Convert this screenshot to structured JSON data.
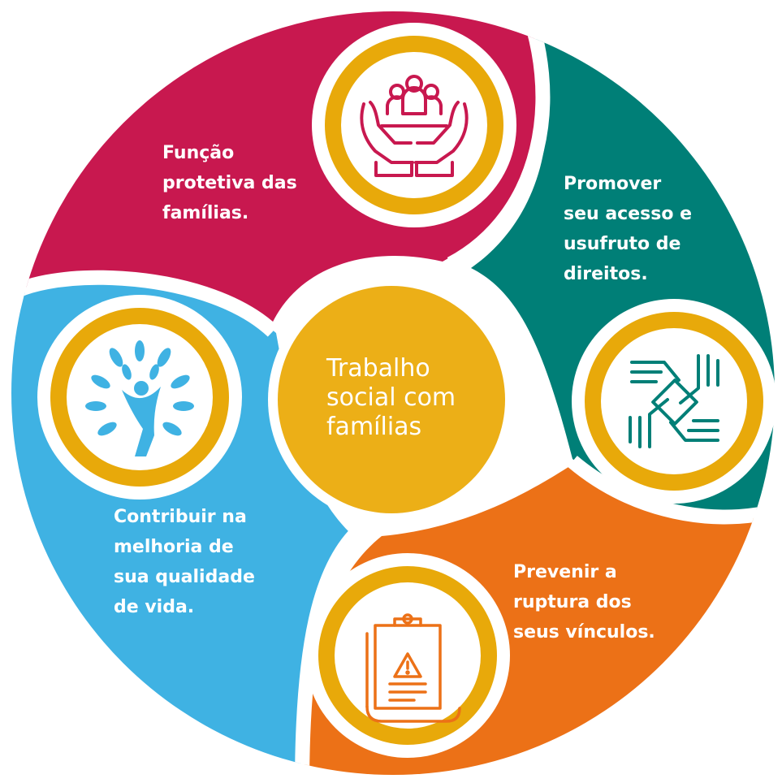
{
  "diagram": {
    "center": {
      "lines": [
        "Trabalho",
        "social com",
        "famílias"
      ]
    },
    "segments": [
      {
        "id": "protective",
        "lines": [
          "Função",
          "protetiva das",
          "famílias."
        ],
        "color": "#c8184f",
        "icon": "hands-holding-family-icon"
      },
      {
        "id": "rights",
        "lines": [
          "Promover",
          "seu acesso e",
          "usufruto de",
          "direitos."
        ],
        "color": "#007f77",
        "icon": "hands-together-icon"
      },
      {
        "id": "prevent",
        "lines": [
          "Prevenir a",
          "ruptura dos",
          "seus vínculos."
        ],
        "color": "#ec7117",
        "icon": "clipboard-warning-icon"
      },
      {
        "id": "quality",
        "lines": [
          "Contribuir na",
          "melhoria de",
          "sua qualidade",
          "de vida."
        ],
        "color": "#3fb2e3",
        "icon": "tree-person-icon"
      }
    ],
    "colors": {
      "ring": "#e8a90a",
      "center": "#ecaf17",
      "background": "#ffffff"
    }
  }
}
